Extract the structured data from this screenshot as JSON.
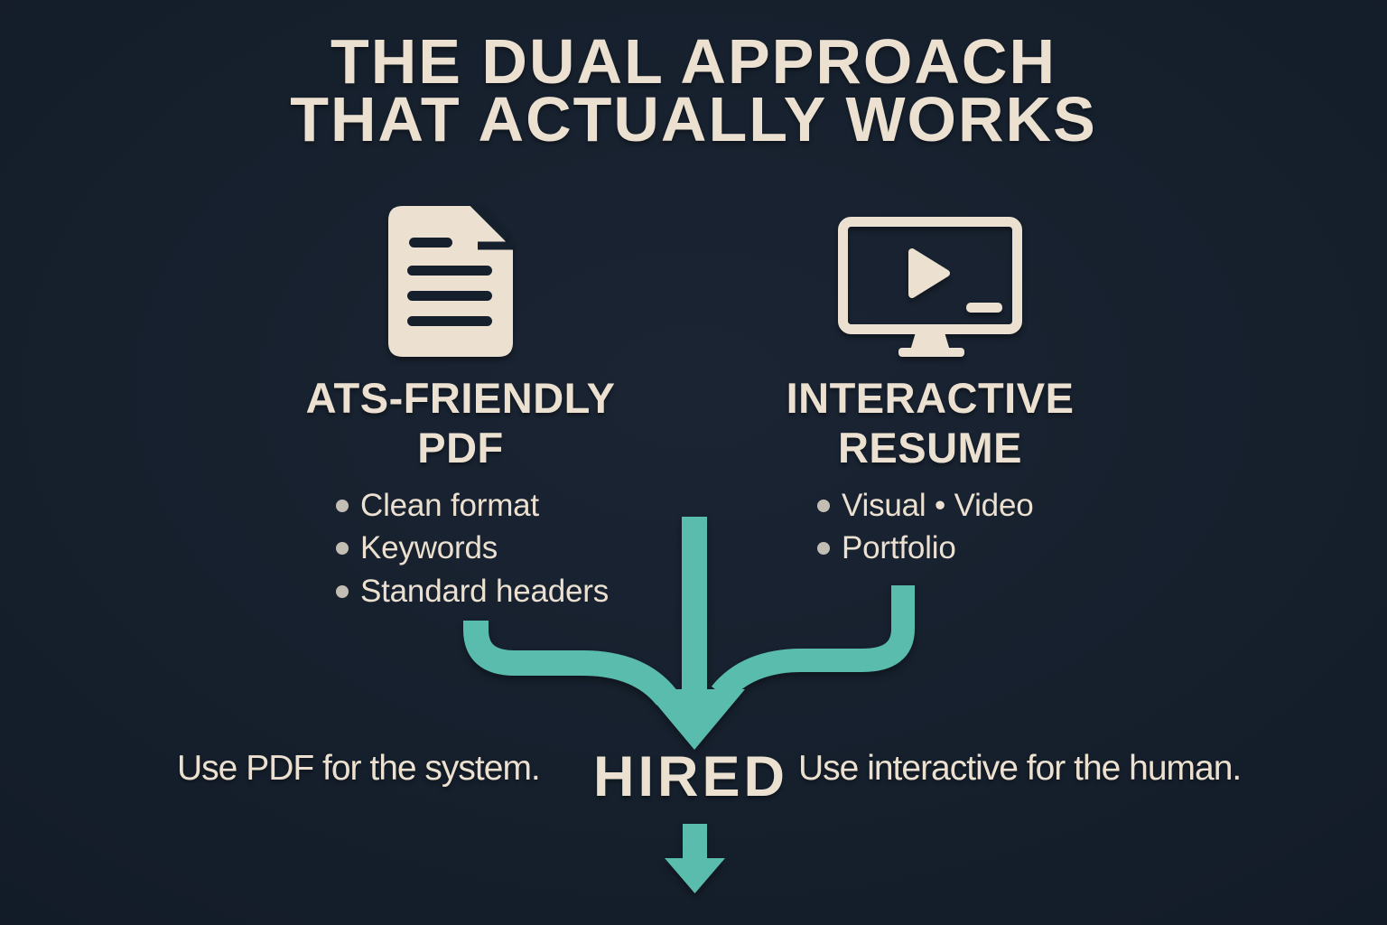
{
  "colors": {
    "background": "#16202d",
    "text_cream": "#ece1d1",
    "accent_teal": "#59bcac",
    "bullet_dot": "#c3beb4"
  },
  "title": {
    "line1": "THE DUAL APPROACH",
    "line2": "THAT ACTUALLY WORKS"
  },
  "columns": [
    {
      "icon": "document-icon",
      "heading_line1": "ATS-FRIENDLY",
      "heading_line2": "PDF",
      "bullets": [
        "Clean format",
        "Keywords",
        "Standard headers"
      ]
    },
    {
      "icon": "video-monitor-icon",
      "heading_line1": "INTERACTIVE",
      "heading_line2": "RESUME",
      "bullets": [
        "Visual • Video",
        "Portfolio"
      ]
    }
  ],
  "merge": {
    "result_label": "HIRED",
    "left_caption": "Use PDF for the system.",
    "right_caption": "Use interactive for the human."
  }
}
